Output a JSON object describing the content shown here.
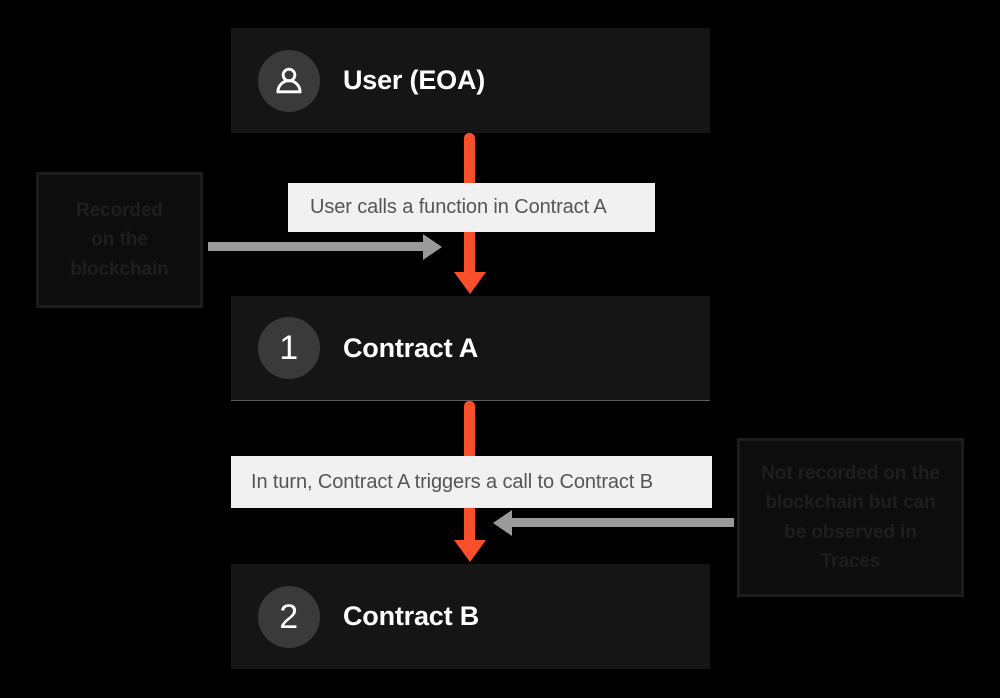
{
  "diagram": {
    "title": "Contract call flow",
    "background_color": "#000000",
    "accent_color": "#f9502b",
    "node_color": "#151515",
    "chip_color": "#f1f1f1",
    "gray_arrow_color": "#9a9a9a"
  },
  "nodes": [
    {
      "id": "user",
      "label": "User (EOA)",
      "badge_kind": "person-icon",
      "badge_value": ""
    },
    {
      "id": "contract-a",
      "label": "Contract A",
      "badge_kind": "number",
      "badge_value": "1"
    },
    {
      "id": "contract-b",
      "label": "Contract B",
      "badge_kind": "number",
      "badge_value": "2"
    }
  ],
  "step_labels": [
    {
      "id": "step-1",
      "text": "User calls a function in Contract A"
    },
    {
      "id": "step-2",
      "text": "In turn, Contract A triggers a call to Contract B"
    }
  ],
  "annotations": [
    {
      "id": "annotation-left",
      "lines": [
        "Recorded",
        "on the",
        "blockchain"
      ],
      "text": "Recorded on the blockchain"
    },
    {
      "id": "annotation-right",
      "lines": [
        "Not recorded on the",
        "blockchain but can",
        "be observed in",
        "Traces"
      ],
      "text": "Not recorded on the blockchain but can be observed in Traces"
    }
  ]
}
